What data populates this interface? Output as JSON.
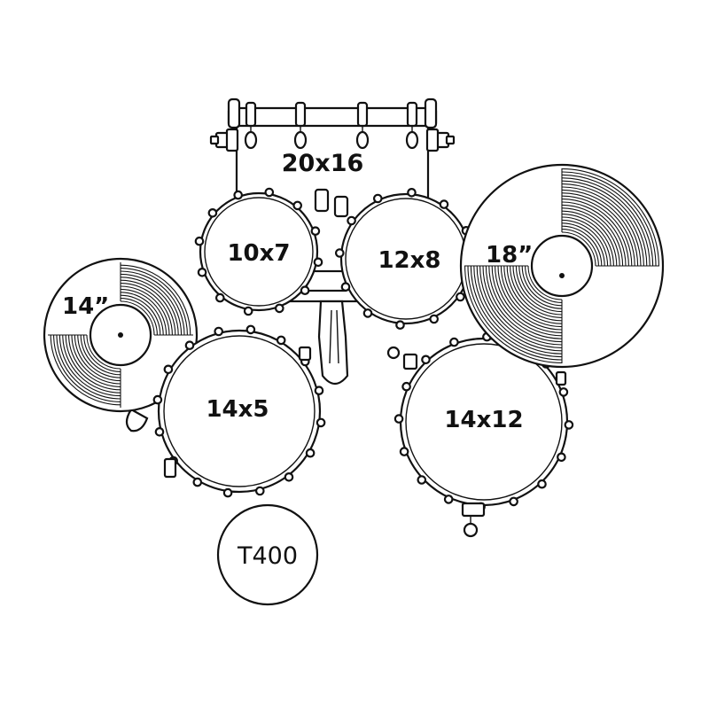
{
  "drums": {
    "bass": {
      "size": "20x16"
    },
    "tom1": {
      "size": "10x7"
    },
    "tom2": {
      "size": "12x8"
    },
    "snare": {
      "size": "14x5"
    },
    "floor_tom": {
      "size": "14x12"
    }
  },
  "cymbals": {
    "hihat": {
      "size": "14”"
    },
    "crash": {
      "size": "18”"
    }
  },
  "throne": {
    "label": "T400"
  },
  "colors": {
    "line": "#111111",
    "fill": "#ffffff"
  }
}
